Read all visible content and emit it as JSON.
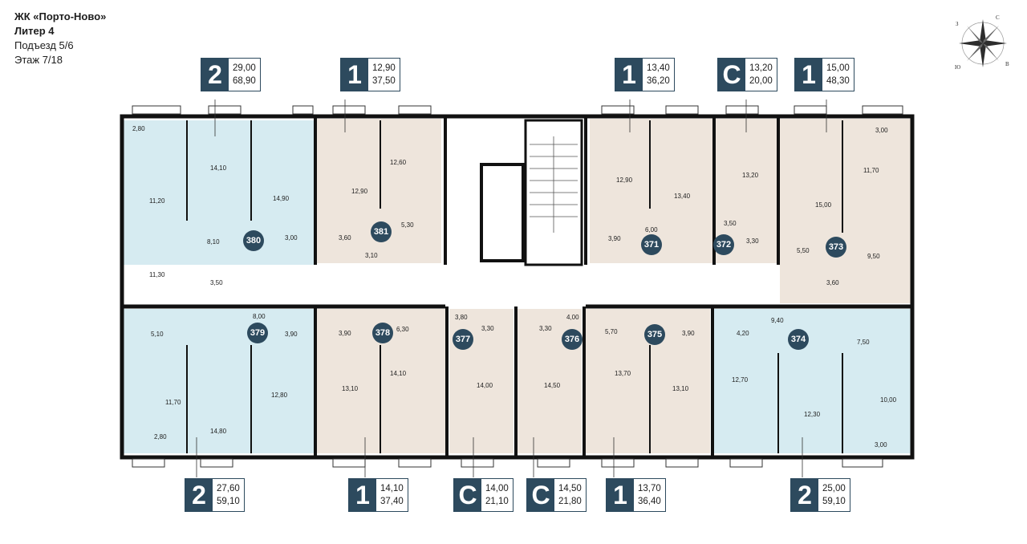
{
  "header": {
    "complex": "ЖК «Порто-Ново»",
    "liter": "Литер 4",
    "entrance": "Подъезд 5/6",
    "floor": "Этаж 7/18"
  },
  "compass": {
    "n": "С",
    "s": "Ю",
    "e": "В",
    "w": "З"
  },
  "colors": {
    "accent": "#2d4a5e",
    "beige": "#eee5dc",
    "blue": "#d6ebf1",
    "wall": "#111111"
  },
  "top_labels": [
    {
      "rooms": "2",
      "living": "29,00",
      "total": "68,90"
    },
    {
      "rooms": "1",
      "living": "12,90",
      "total": "37,50"
    },
    {
      "rooms": "1",
      "living": "13,40",
      "total": "36,20"
    },
    {
      "rooms": "С",
      "living": "13,20",
      "total": "20,00"
    },
    {
      "rooms": "1",
      "living": "15,00",
      "total": "48,30"
    }
  ],
  "bottom_labels": [
    {
      "rooms": "2",
      "living": "27,60",
      "total": "59,10"
    },
    {
      "rooms": "1",
      "living": "14,10",
      "total": "37,40"
    },
    {
      "rooms": "С",
      "living": "14,00",
      "total": "21,10"
    },
    {
      "rooms": "С",
      "living": "14,50",
      "total": "21,80"
    },
    {
      "rooms": "1",
      "living": "13,70",
      "total": "36,40"
    },
    {
      "rooms": "2",
      "living": "25,00",
      "total": "59,10"
    }
  ],
  "apartments": [
    "380",
    "381",
    "371",
    "372",
    "373",
    "379",
    "378",
    "377",
    "376",
    "375",
    "374"
  ],
  "areas": {
    "a380": [
      "2,80",
      "14,10",
      "14,90",
      "11,20",
      "8,10",
      "3,00",
      "11,30",
      "3,50"
    ],
    "a381": [
      "12,90",
      "12,60",
      "3,60",
      "5,30",
      "3,10"
    ],
    "a371": [
      "12,90",
      "13,40",
      "6,00",
      "3,90"
    ],
    "a372": [
      "13,20",
      "3,50",
      "3,30"
    ],
    "a373": [
      "15,00",
      "3,00",
      "11,70",
      "5,50",
      "9,50",
      "3,60"
    ],
    "a379": [
      "8,00",
      "5,10",
      "3,90",
      "11,70",
      "12,80",
      "14,80",
      "2,80"
    ],
    "a378": [
      "3,90",
      "6,30",
      "13,10",
      "14,10"
    ],
    "a377": [
      "3,80",
      "3,30",
      "14,00"
    ],
    "a376": [
      "3,30",
      "4,00",
      "14,50"
    ],
    "a375": [
      "5,70",
      "3,90",
      "13,70",
      "13,10"
    ],
    "a374": [
      "4,20",
      "9,40",
      "7,50",
      "12,70",
      "12,30",
      "10,00",
      "3,00"
    ]
  }
}
